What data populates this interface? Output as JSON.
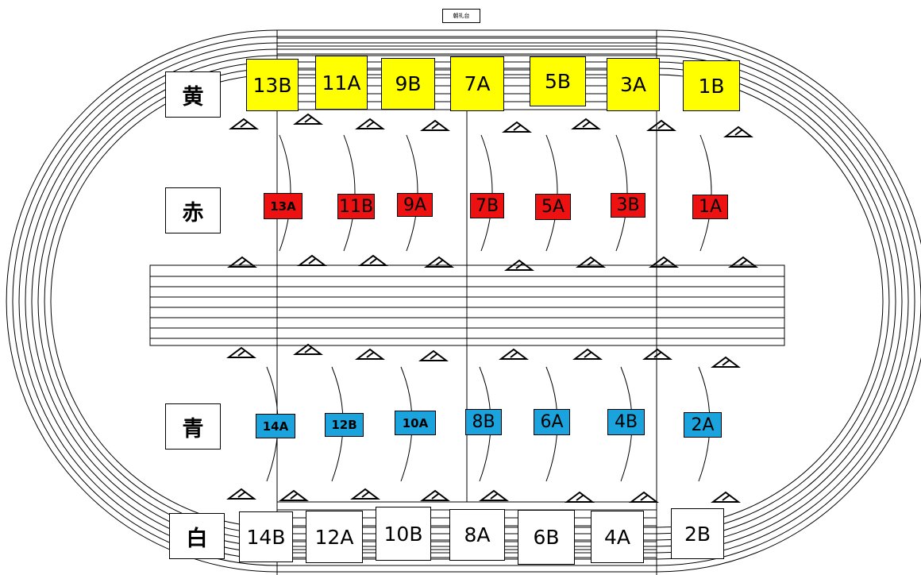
{
  "header": {
    "title": "朝礼台"
  },
  "colors": {
    "yellow": "#ffff00",
    "red": "#ee1111",
    "blue": "#1aa3dd",
    "white": "#ffffff",
    "line": "#000000"
  },
  "teams": [
    {
      "key": "yellow",
      "label": "黄"
    },
    {
      "key": "red",
      "label": "赤"
    },
    {
      "key": "blue",
      "label": "青"
    },
    {
      "key": "white",
      "label": "白"
    }
  ],
  "yellow_row": [
    "13B",
    "11A",
    "9B",
    "7A",
    "5B",
    "3A",
    "1B"
  ],
  "red_row": [
    "13A",
    "11B",
    "9A",
    "7B",
    "5A",
    "3B",
    "1A"
  ],
  "blue_row": [
    "14A",
    "12B",
    "10A",
    "8B",
    "6A",
    "4B",
    "2A"
  ],
  "white_row": [
    "14B",
    "12A",
    "10B",
    "8A",
    "6B",
    "4A",
    "2B"
  ]
}
